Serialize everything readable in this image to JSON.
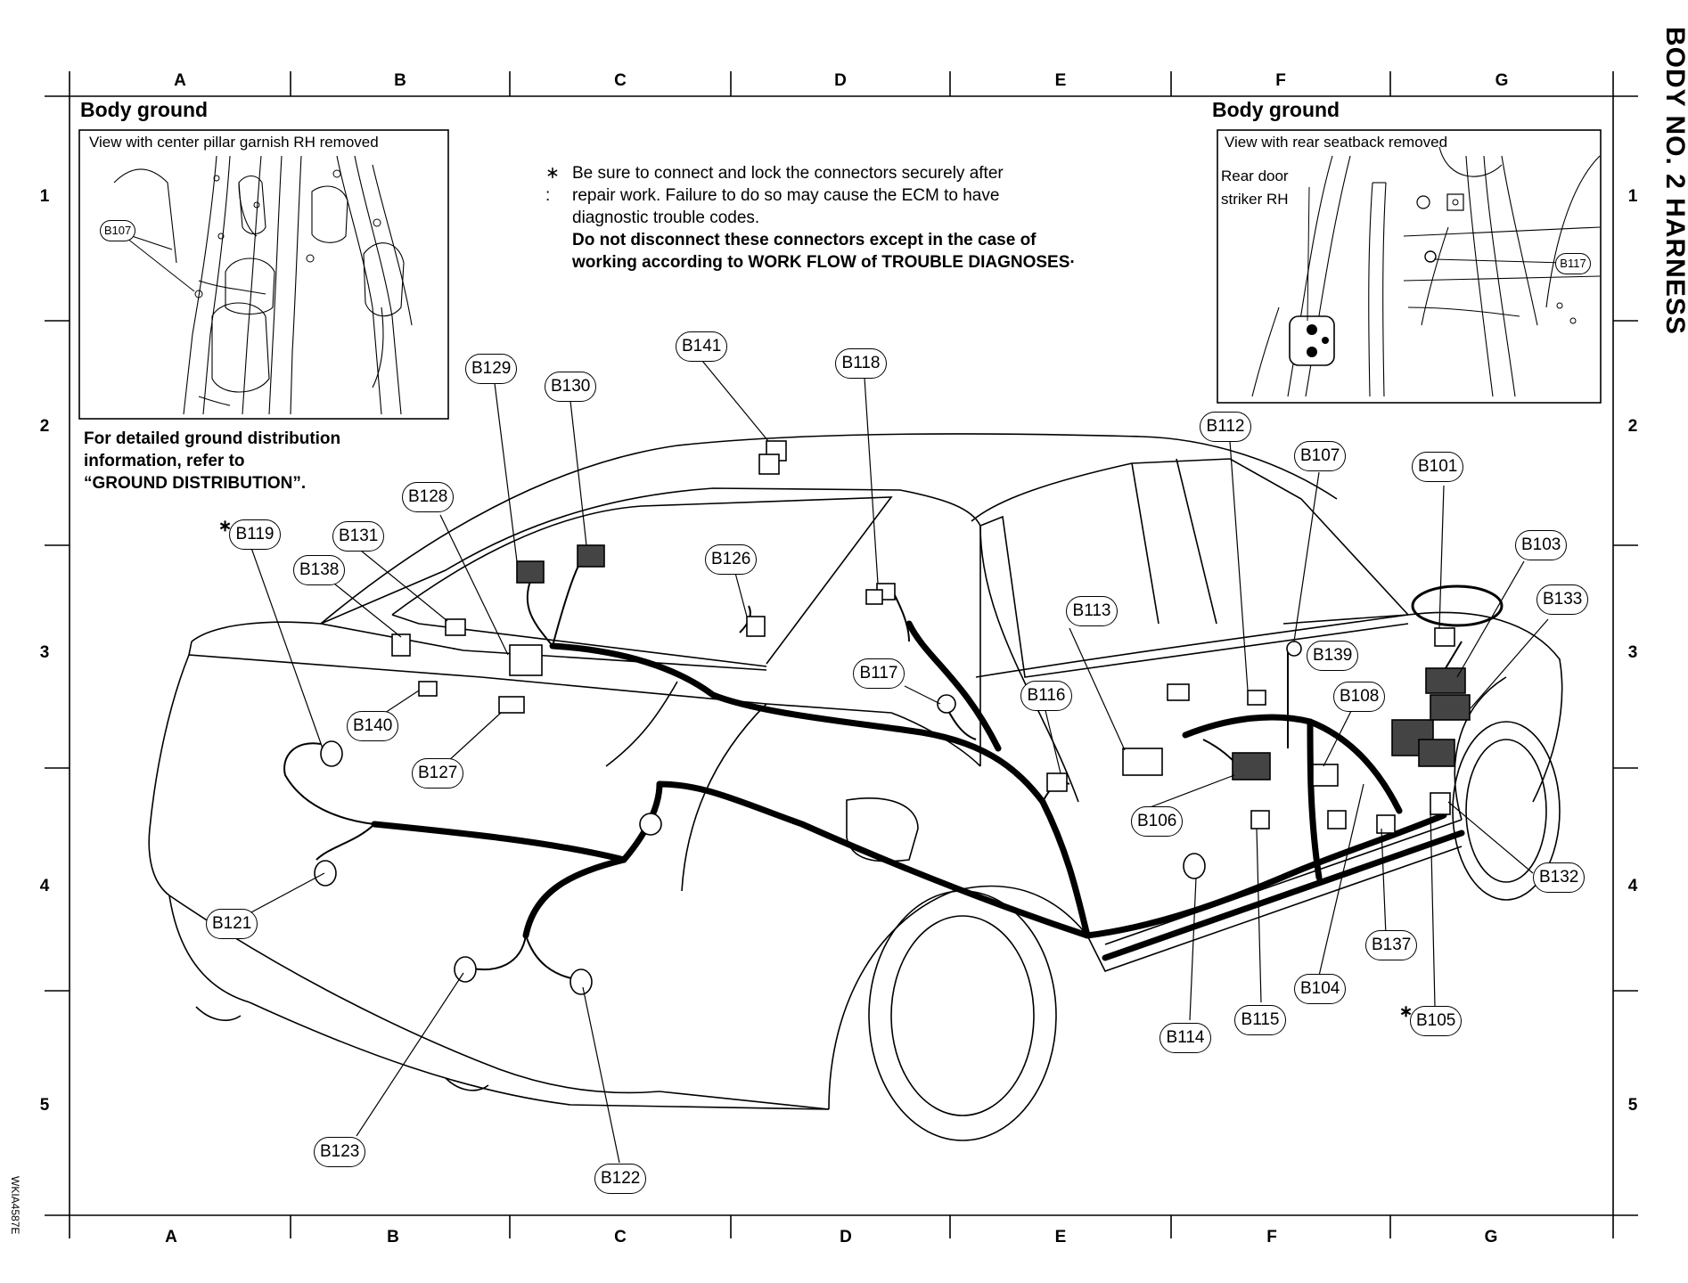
{
  "page_title": "BODY NO. 2 HARNESS",
  "image_id": "WKIA4587E",
  "grid": {
    "columns": [
      "A",
      "B",
      "C",
      "D",
      "E",
      "F",
      "G"
    ],
    "rows": [
      "1",
      "2",
      "3",
      "4",
      "5"
    ]
  },
  "inset_left": {
    "heading": "Body ground",
    "caption": "View with center pillar garnish RH removed",
    "connector": "B107"
  },
  "inset_right": {
    "heading": "Body ground",
    "caption": "View with rear seatback removed",
    "label_line1": "Rear door",
    "label_line2": "striker RH",
    "connector": "B117"
  },
  "note": {
    "star": "∗ :",
    "line1": "Be sure to connect and lock the connectors securely after",
    "line2": "repair work. Failure to do so may cause the ECM to have",
    "line3": "diagnostic trouble codes.",
    "line4": "Do not disconnect these connectors except in the case of",
    "line5": "working according to WORK FLOW of TROUBLE DIAGNOSES·"
  },
  "ground_note": {
    "line1": "For detailed ground distribution",
    "line2": "information, refer to",
    "line3": "“GROUND DISTRIBUTION”."
  },
  "star_mark": "∗",
  "connectors": [
    {
      "id": "B101",
      "label": "B101"
    },
    {
      "id": "B103",
      "label": "B103"
    },
    {
      "id": "B104",
      "label": "B104"
    },
    {
      "id": "B105",
      "label": "B105"
    },
    {
      "id": "B106",
      "label": "B106"
    },
    {
      "id": "B107",
      "label": "B107"
    },
    {
      "id": "B108",
      "label": "B108"
    },
    {
      "id": "B112",
      "label": "B112"
    },
    {
      "id": "B113",
      "label": "B113"
    },
    {
      "id": "B114",
      "label": "B114"
    },
    {
      "id": "B115",
      "label": "B115"
    },
    {
      "id": "B116",
      "label": "B116"
    },
    {
      "id": "B117",
      "label": "B117"
    },
    {
      "id": "B118",
      "label": "B118"
    },
    {
      "id": "B119",
      "label": "B119"
    },
    {
      "id": "B121",
      "label": "B121"
    },
    {
      "id": "B122",
      "label": "B122"
    },
    {
      "id": "B123",
      "label": "B123"
    },
    {
      "id": "B126",
      "label": "B126"
    },
    {
      "id": "B127",
      "label": "B127"
    },
    {
      "id": "B128",
      "label": "B128"
    },
    {
      "id": "B129",
      "label": "B129"
    },
    {
      "id": "B130",
      "label": "B130"
    },
    {
      "id": "B131",
      "label": "B131"
    },
    {
      "id": "B132",
      "label": "B132"
    },
    {
      "id": "B133",
      "label": "B133"
    },
    {
      "id": "B137",
      "label": "B137"
    },
    {
      "id": "B138",
      "label": "B138"
    },
    {
      "id": "B139",
      "label": "B139"
    },
    {
      "id": "B140",
      "label": "B140"
    },
    {
      "id": "B141",
      "label": "B141"
    }
  ]
}
